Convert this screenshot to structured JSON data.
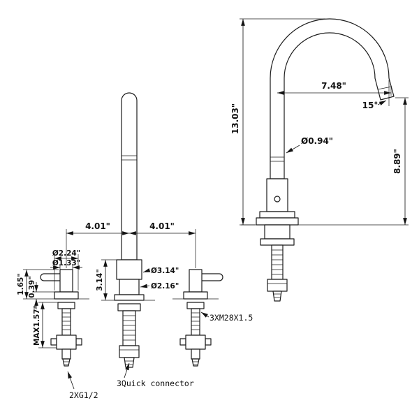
{
  "page": {
    "background": "#ffffff",
    "line_color": "#1c1c1c"
  },
  "drawing": {
    "front_view": {
      "spacing_left": "4.01\"",
      "spacing_right": "4.01\"",
      "handle_base_dia": "Ø2.24\"",
      "handle_dia": "Ø1.33\"",
      "handle_height": "1.65\"",
      "escutcheon_height": "0.39\"",
      "max_deck_thickness": "MAX1.57\"",
      "spout_base_height": "3.14\"",
      "spout_base_dia": "Ø3.14\"",
      "spout_lower_dia": "Ø2.16\"",
      "thread_spec": "3XM28X1.5",
      "quick_connector_label": "3Quick connector",
      "inlet_thread_label": "2XG1/2"
    },
    "side_view": {
      "total_height": "13.03\"",
      "spout_reach": "7.48\"",
      "outlet_angle": "15°",
      "spout_tube_dia": "Ø0.94\"",
      "outlet_height": "8.89\""
    }
  }
}
